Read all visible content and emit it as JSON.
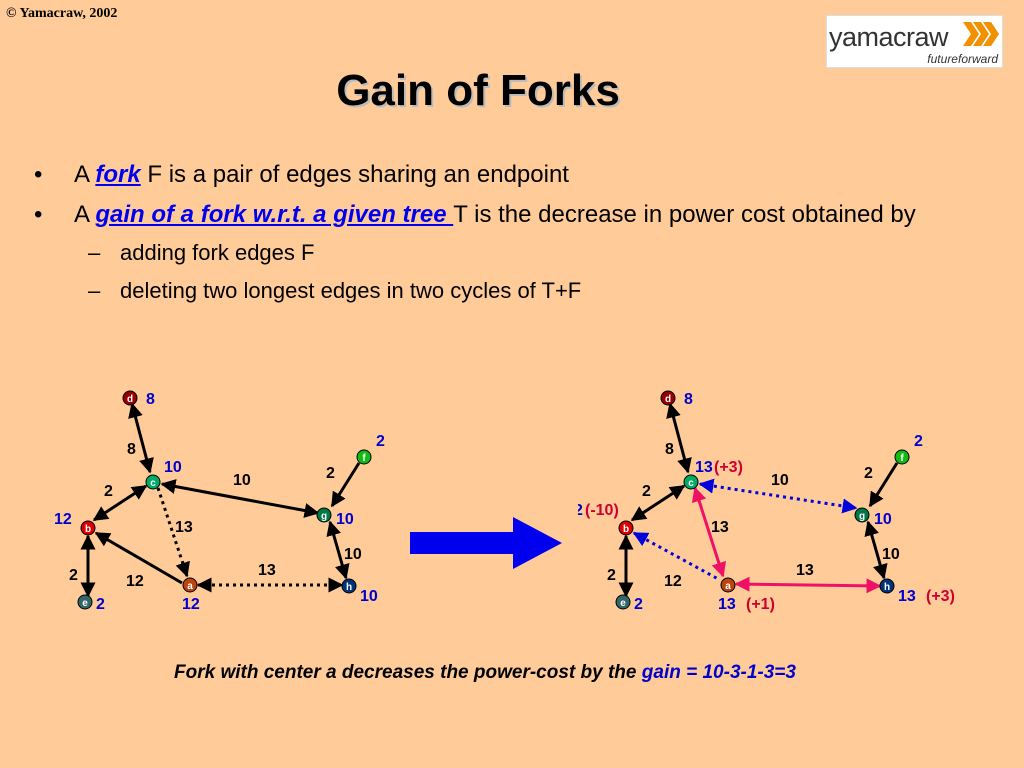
{
  "copyright": "© Yamacraw, 2002",
  "logo": {
    "word": "yamacraw",
    "tag": "futureforward"
  },
  "title": "Gain of Forks",
  "bullets": {
    "b1_pre": "A ",
    "b1_term": "fork",
    "b1_post": " F is a pair of edges sharing an endpoint",
    "b2_pre": "A ",
    "b2_term": "gain of a fork w.r.t. a given tree ",
    "b2_post": "T is the decrease in power cost obtained by",
    "sub1": "adding fork edges F",
    "sub2": "deleting two longest edges in two cycles of T+F"
  },
  "caption": {
    "text": "Fork with center a decreases the power-cost by the ",
    "gain": "gain = 10-3-1-3=3"
  },
  "colors": {
    "background": "#FFCC99",
    "blue_label": "#0000CC",
    "red_label": "#CC0033",
    "fork_edge": "#EE1166"
  },
  "left_graph": {
    "nodes": {
      "d": "d",
      "c": "c",
      "f": "f",
      "g": "g",
      "b": "b",
      "a": "a",
      "h": "h",
      "e": "e"
    },
    "node_labels": {
      "d": "8",
      "c": "10",
      "f": "2",
      "g": "10",
      "b": "12",
      "a": "12",
      "h": "10",
      "e": "2"
    },
    "edge_labels": {
      "dc": "8",
      "bc": "2",
      "cg": "10",
      "fg": "2",
      "ca": "13",
      "gh": "10",
      "ba": "12",
      "ah": "13",
      "be": "2"
    }
  },
  "right_graph": {
    "nodes": {
      "d": "d",
      "c": "c",
      "f": "f",
      "g": "g",
      "b": "b",
      "a": "a",
      "h": "h",
      "e": "e"
    },
    "node_labels": {
      "d": "8",
      "c": "13",
      "c_delta": "(+3)",
      "f": "2",
      "g": "10",
      "b": "2",
      "b_delta": "(-10)",
      "a": "13",
      "a_delta": "(+1)",
      "h": "13",
      "h_delta": "(+3)",
      "e": "2"
    },
    "edge_labels": {
      "dc": "8",
      "bc": "2",
      "cg": "10",
      "fg": "2",
      "ca": "13",
      "gh": "10",
      "ba": "12",
      "ah": "13",
      "be": "2"
    }
  }
}
